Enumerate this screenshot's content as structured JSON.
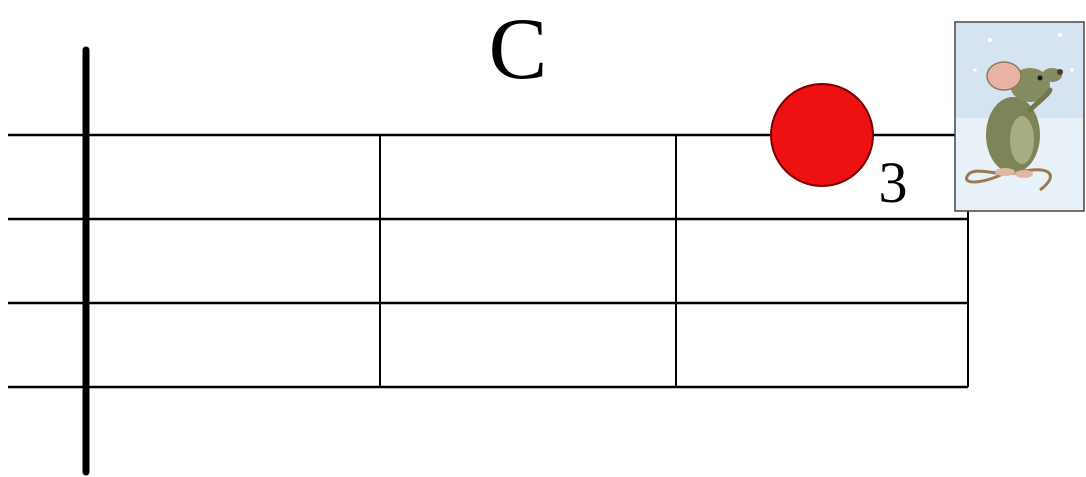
{
  "chord": {
    "name": "C",
    "finger_number": "3"
  },
  "colors": {
    "line": "#000000",
    "finger_dot_fill": "#ee1111",
    "finger_dot_stroke": "#7a0000",
    "background": "#ffffff"
  },
  "fretboard": {
    "strings": 4,
    "frets_shown": 3
  },
  "finger_position": {
    "string": 1,
    "fret": 3
  },
  "illustration": {
    "icon": "mouse-illustration"
  }
}
